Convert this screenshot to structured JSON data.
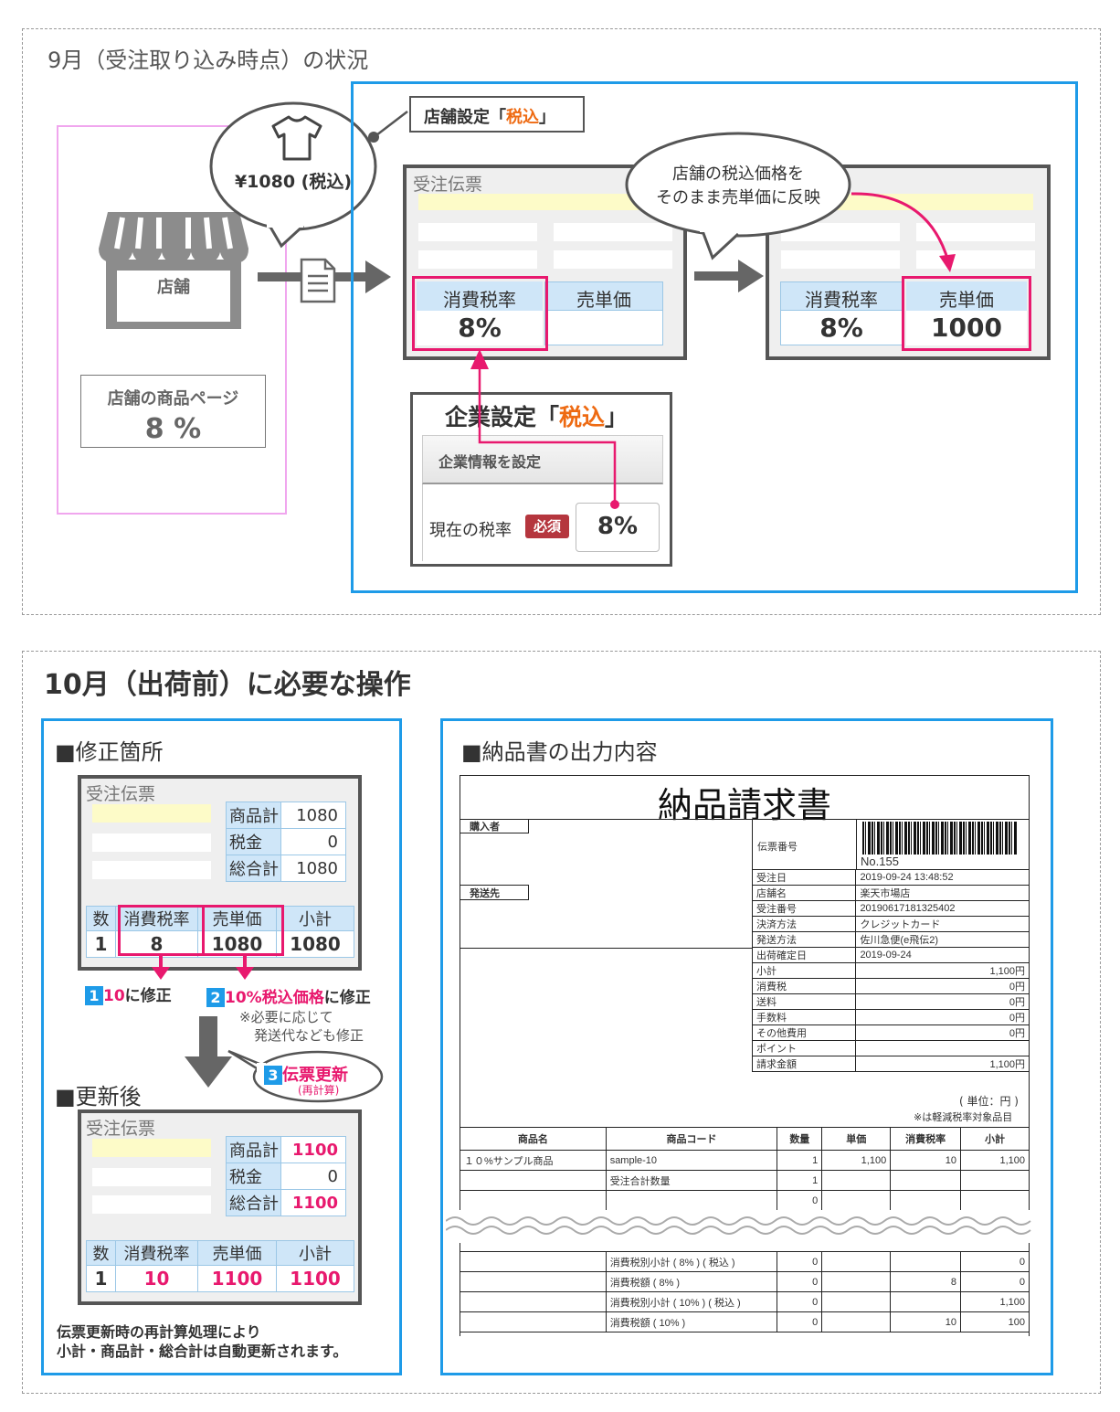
{
  "top": {
    "title": "9月（受注取り込み時点）の状況",
    "store_label": "店舗",
    "price_bubble": "¥1080 (税込)",
    "product_page": {
      "title": "店舗の商品ページ",
      "rate": "8 %"
    },
    "shop_setting": {
      "prefix": "店舗設定「",
      "value": "税込",
      "suffix": "」"
    },
    "slip_title": "受注伝票",
    "tax_rate_label": "消費税率",
    "unit_price_label": "売単価",
    "slip1_rate": "8%",
    "slip2_rate": "8%",
    "slip2_price": "1000",
    "reflect_bubble_line1": "店舗の税込価格を",
    "reflect_bubble_line2": "そのまま売単価に反映",
    "company": {
      "prefix": "企業設定「",
      "value": "税込",
      "suffix": "」",
      "tab": "企業情報を設定",
      "field_label": "現在の税率",
      "required_badge": "必須",
      "field_value": "8%"
    }
  },
  "bottom": {
    "title": "10月（出荷前）に必要な操作",
    "fix_title": "■修正箇所",
    "after_title": "■更新後",
    "invoice_title": "■納品書の出力内容",
    "slip_title": "受注伝票",
    "summary_labels": [
      "商品計",
      "税金",
      "総合計"
    ],
    "before_summary": [
      "1080",
      "0",
      "1080"
    ],
    "after_summary": [
      "1100",
      "0",
      "1100"
    ],
    "col_labels": [
      "数",
      "消費税率",
      "売単価",
      "小計"
    ],
    "before_row": [
      "1",
      "8",
      "1080",
      "1080"
    ],
    "after_row": [
      "1",
      "10",
      "1100",
      "1100"
    ],
    "step1": {
      "num": "1",
      "value": "10",
      "text": "に修正"
    },
    "step2": {
      "num": "2",
      "value": "10%税込価格",
      "text": "に修正"
    },
    "note_line1": "※必要に応じて",
    "note_line2": "発送代なども修正",
    "step3": {
      "num": "3",
      "text": "伝票更新",
      "sub": "(再計算)"
    },
    "footer_line1": "伝票更新時の再計算処理により",
    "footer_line2": "小計・商品計・総合計は自動更新されます。"
  },
  "invoice": {
    "title": "納品請求書",
    "buyer_label": "購入者",
    "ship_label": "発送先",
    "slip_no_label": "伝票番号",
    "slip_no": "No.155",
    "info_rows": [
      [
        "受注日",
        "2019-09-24  13:48:52"
      ],
      [
        "店舗名",
        "楽天市場店"
      ],
      [
        "受注番号",
        "20190617181325402"
      ],
      [
        "決済方法",
        "クレジットカード"
      ],
      [
        "発送方法",
        "佐川急便(e飛伝2)"
      ],
      [
        "出荷確定日",
        "2019-09-24"
      ]
    ],
    "amount_rows": [
      [
        "小計",
        "1,100円"
      ],
      [
        "消費税",
        "0円"
      ],
      [
        "送料",
        "0円"
      ],
      [
        "手数料",
        "0円"
      ],
      [
        "その他費用",
        "0円"
      ],
      [
        "ポイント",
        ""
      ],
      [
        "請求金額",
        "1,100円"
      ]
    ],
    "unit_note": "( 単位：円 )",
    "reduced_note": "※は軽減税率対象品目",
    "headers": [
      "商品名",
      "商品コード",
      "数量",
      "単価",
      "消費税率",
      "小計"
    ],
    "item_row": [
      "１０%サンプル商品",
      "sample-10",
      "1",
      "1,100",
      "10",
      "1,100"
    ],
    "qty_row": [
      "",
      "受注合計数量",
      "1",
      "",
      "",
      ""
    ],
    "zero_row": [
      "",
      "",
      "0",
      "",
      "",
      ""
    ],
    "tax_rows": [
      [
        "",
        "消費税別小計 ( 8% ) ( 税込 )",
        "0",
        "",
        "",
        "0"
      ],
      [
        "",
        "消費税額 ( 8% )",
        "0",
        "",
        "8",
        "0"
      ],
      [
        "",
        "消費税別小計 ( 10% ) ( 税込 )",
        "0",
        "",
        "",
        "1,100"
      ],
      [
        "",
        "消費税額 ( 10% )",
        "0",
        "",
        "10",
        "100"
      ]
    ]
  }
}
